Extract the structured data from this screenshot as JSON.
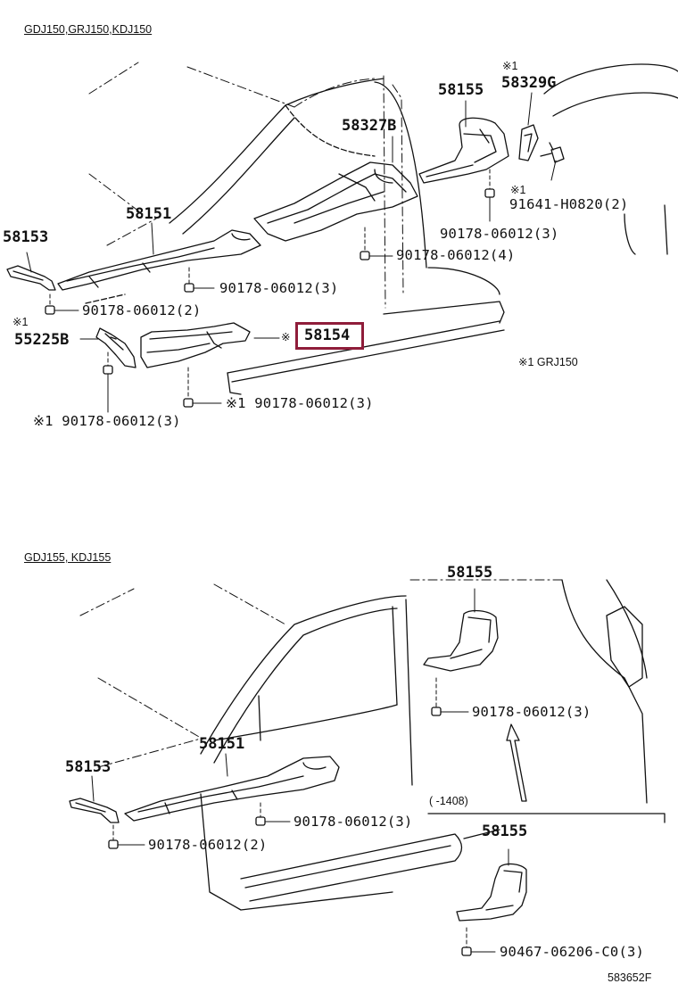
{
  "section_top": {
    "header": "GDJ150,GRJ150,KDJ150",
    "labels": {
      "p58155": "58155",
      "p58329g_mark": "※1",
      "p58329g": "58329G",
      "p58327b": "58327B",
      "p91641_mark": "※1",
      "p91641": "91641-H0820(2)",
      "p90178_3_a": "90178-06012(3)",
      "p58151": "58151",
      "p58153": "58153",
      "p90178_4": "90178-06012(4)",
      "p90178_3_b": "90178-06012(3)",
      "p90178_2": "90178-06012(2)",
      "p55225b_mark": "※1",
      "p55225b": "55225B",
      "p58154_mark": "※",
      "p58154": "58154",
      "note": "※1 GRJ150",
      "p90178_3_c": "※1 90178-06012(3)",
      "p90178_3_d": "※1 90178-06012(3)"
    }
  },
  "section_bottom": {
    "header": "GDJ155, KDJ155",
    "labels": {
      "p58155_a": "58155",
      "p90178_3_e": "90178-06012(3)",
      "p58151": "58151",
      "p58153": "58153",
      "range": "(   -1408)",
      "p90178_3_f": "90178-06012(3)",
      "p90178_2": "90178-06012(2)",
      "p58155_b": "58155",
      "p90467": "90467-06206-C0(3)",
      "code": "583652F"
    }
  }
}
